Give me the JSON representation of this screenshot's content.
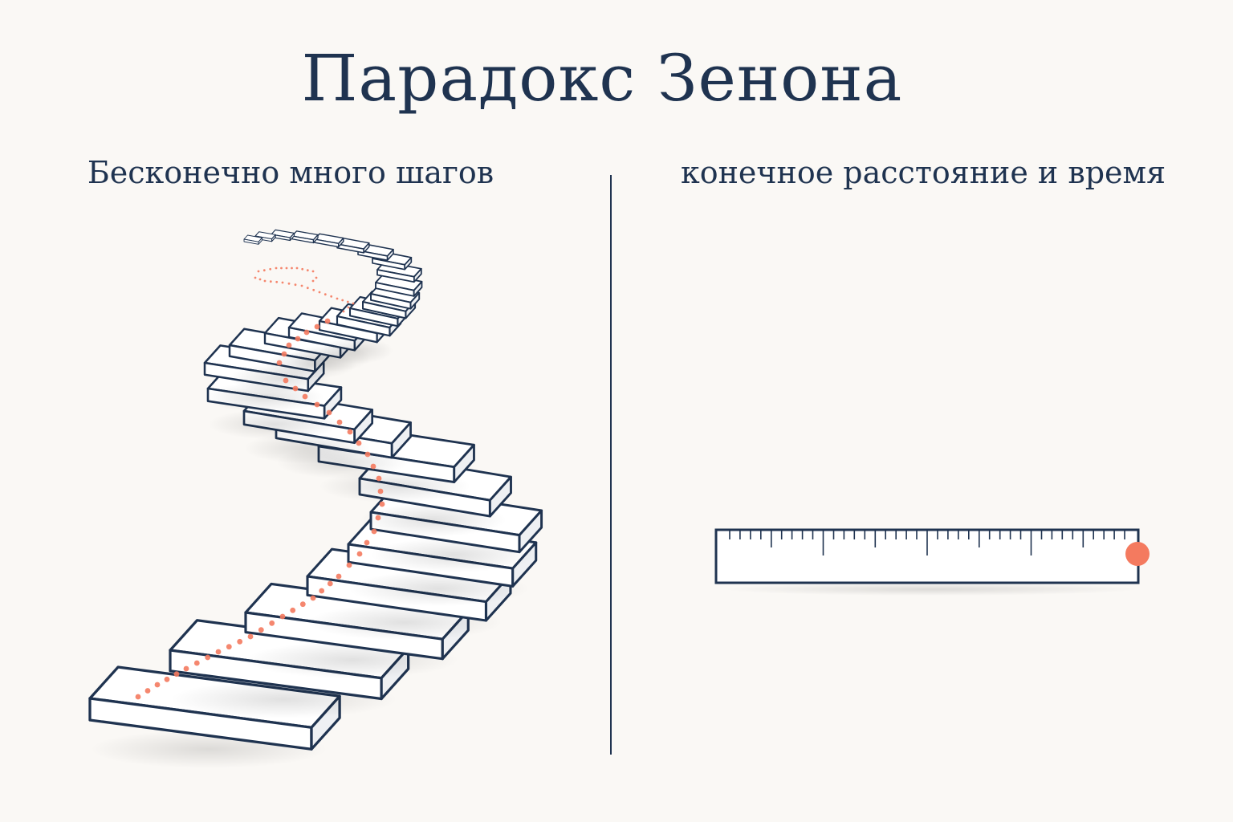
{
  "title": "Парадокс Зенона",
  "left_panel": {
    "caption": "Бесконечно много шагов",
    "step_count": 30
  },
  "right_panel": {
    "caption": "конечное расстояние и время",
    "ruler_ticks": 40,
    "marker_position": 1.0
  },
  "colors": {
    "ink": "#1f3350",
    "accent": "#f47a5f",
    "background": "#faf8f5"
  }
}
